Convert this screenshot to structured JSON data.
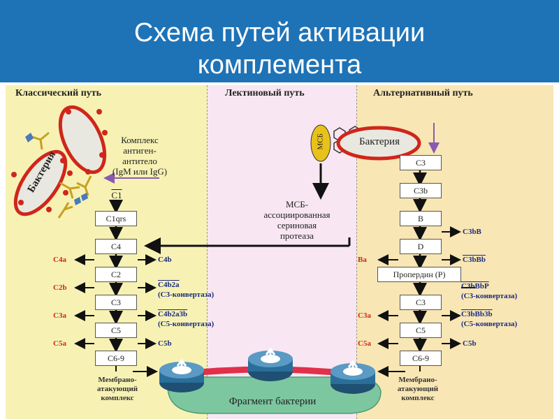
{
  "slide": {
    "title_line1": "Схема путей активации",
    "title_line2": "комплемента"
  },
  "pathways": {
    "classical": "Классический путь",
    "lectin": "Лектиновый путь",
    "alternative": "Альтернативный путь"
  },
  "classical": {
    "bacterium": "Бактерия",
    "complex_text": [
      "Комплекс",
      "антиген-",
      "антитело",
      "(IgM или IgG)"
    ],
    "c1_label": "C1",
    "boxes": [
      "C1qrs",
      "C4",
      "C2",
      "C3",
      "C5",
      "C6-9"
    ],
    "left_products": [
      "C4a",
      "C2b",
      "C3a",
      "C5a"
    ],
    "right_products": [
      "C4b",
      "C4b2a",
      "(C3-конвертаза)",
      "C4b2a3b",
      "(C5-конвертаза)",
      "C5b"
    ],
    "mac_text": [
      "Мембрано-",
      "атакующий",
      "комплекс"
    ]
  },
  "lectin": {
    "msb": "МСБ",
    "protease_text": [
      "МСБ-",
      "ассоциированная",
      "сериновая",
      "протеаза"
    ]
  },
  "alternative": {
    "bacterium": "Бактерия",
    "boxes": [
      "C3",
      "C3b",
      "B",
      "D",
      "Пропердин (P)",
      "C3",
      "C5",
      "C6-9"
    ],
    "right_products": [
      "C3bB",
      "C3bBb",
      "C3bBbP",
      "(C3-конвертаза)",
      "C3bBb3b",
      "(C5-конвертаза)",
      "C5b"
    ],
    "left_products": [
      "Ba",
      "C3a",
      "C5a"
    ],
    "mac_text": [
      "Мембрано-",
      "атакующий",
      "комплекс"
    ]
  },
  "bottom": {
    "fragment_label": "Фрагмент бактерии"
  },
  "colors": {
    "header": "#1e73b7",
    "classical_bg": "#f7f2b4",
    "lectin_bg": "#f8e6f2",
    "alternative_bg": "#f8e6b4",
    "bacterium_fill": "#e8e8e0",
    "bacterium_border": "#d0261a",
    "msb_fill": "#e8c21a",
    "pore": "#2a6e9a",
    "membrane": "#e0304a",
    "fragment": "#7cc7a0",
    "product_blue": "#1a2a80",
    "product_red": "#d0261a"
  }
}
